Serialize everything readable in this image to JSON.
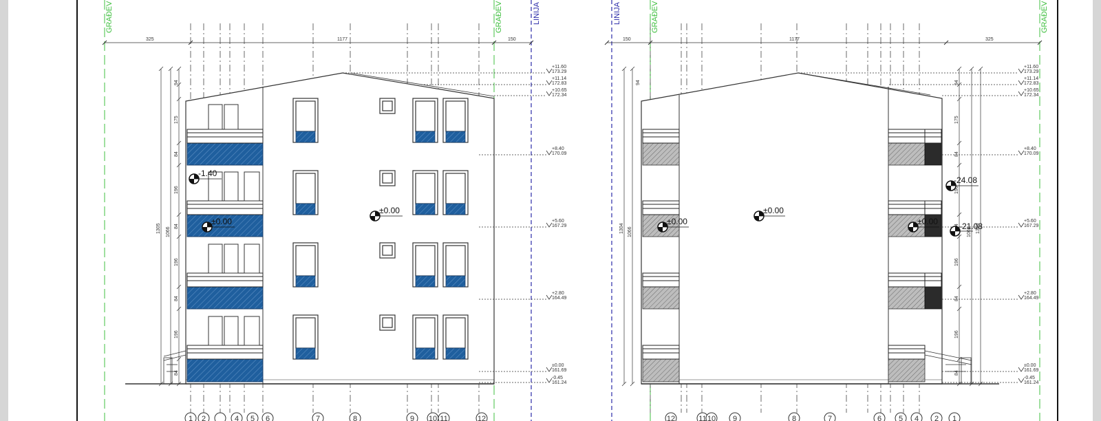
{
  "colors": {
    "balcony_left": "#1f5f9e",
    "balcony_right": "#8a8a8a",
    "balcony_dark": "#2b2b2b",
    "green_line": "#3fbf3f",
    "blue_line": "#2a2aa8",
    "linework": "#333333"
  },
  "labels": {
    "building_line": "GRAĐEV",
    "regulation_line": "LINIJA"
  },
  "left_elevation": {
    "top_dims": [
      "325",
      "1177",
      "150"
    ],
    "left_vertical_dims": [
      "94",
      "175",
      "84",
      "196",
      "84",
      "196",
      "84",
      "196",
      "84"
    ],
    "total_dims": [
      "1305",
      "1066"
    ],
    "level_marks": [
      {
        "a": "+11.60",
        "b": "173.29"
      },
      {
        "a": "+11.14",
        "b": "172.83"
      },
      {
        "a": "+10.65",
        "b": "172.34"
      },
      {
        "a": "+8.40",
        "b": "170.09"
      },
      {
        "a": "+5.60",
        "b": "167.29"
      },
      {
        "a": "+2.80",
        "b": "164.49"
      },
      {
        "a": "±0.00",
        "b": "161.69"
      },
      {
        "a": "-0.45",
        "b": "161.24"
      }
    ],
    "spot_levels": [
      "-1.40",
      "±0.00",
      "±0.00"
    ],
    "axis_labels": [
      "1",
      "2",
      "4",
      "5",
      "6",
      "7",
      "8",
      "9",
      "10",
      "11",
      "12"
    ]
  },
  "right_elevation": {
    "top_dims": [
      "150",
      "1177",
      "325"
    ],
    "right_vertical_dims": [
      "94",
      "175",
      "84",
      "196",
      "84",
      "196",
      "84",
      "196",
      "84"
    ],
    "total_dims": [
      "1304",
      "1066",
      "1066",
      "1305"
    ],
    "level_marks": [
      {
        "a": "+11.60",
        "b": "173.29"
      },
      {
        "a": "+11.14",
        "b": "172.83"
      },
      {
        "a": "+10.65",
        "b": "172.34"
      },
      {
        "a": "+8.40",
        "b": "170.09"
      },
      {
        "a": "+5.60",
        "b": "167.29"
      },
      {
        "a": "+2.80",
        "b": "164.49"
      },
      {
        "a": "±0.00",
        "b": "161.69"
      },
      {
        "a": "-0.45",
        "b": "161.24"
      }
    ],
    "spot_levels": [
      "±0.00",
      "±0.00",
      "±0.00",
      "-24.08",
      "-21.08"
    ],
    "axis_labels": [
      "12",
      "11",
      "10",
      "9",
      "8",
      "7",
      "6",
      "5",
      "4",
      "2",
      "1"
    ]
  }
}
